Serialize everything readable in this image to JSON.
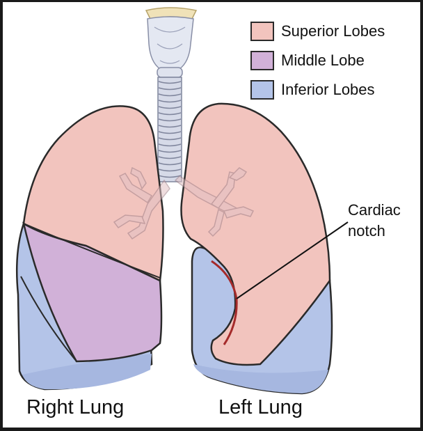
{
  "legend": {
    "items": [
      {
        "label": "Superior Lobes",
        "color": "#f2c4be"
      },
      {
        "label": "Middle Lobe",
        "color": "#d1b1d8"
      },
      {
        "label": "Inferior Lobes",
        "color": "#b4c4e8"
      }
    ]
  },
  "callout": {
    "line1": "Cardiac",
    "line2": "notch"
  },
  "labels": {
    "right_lung": "Right Lung",
    "left_lung": "Left Lung"
  },
  "colors": {
    "superior": "#f2c4be",
    "middle": "#d1b1d8",
    "inferior": "#b4c4e8",
    "inferior_dark": "#9fb2dc",
    "trachea": "#d6dae8",
    "outline": "#2a2a2a",
    "notch": "#a52a2a"
  }
}
